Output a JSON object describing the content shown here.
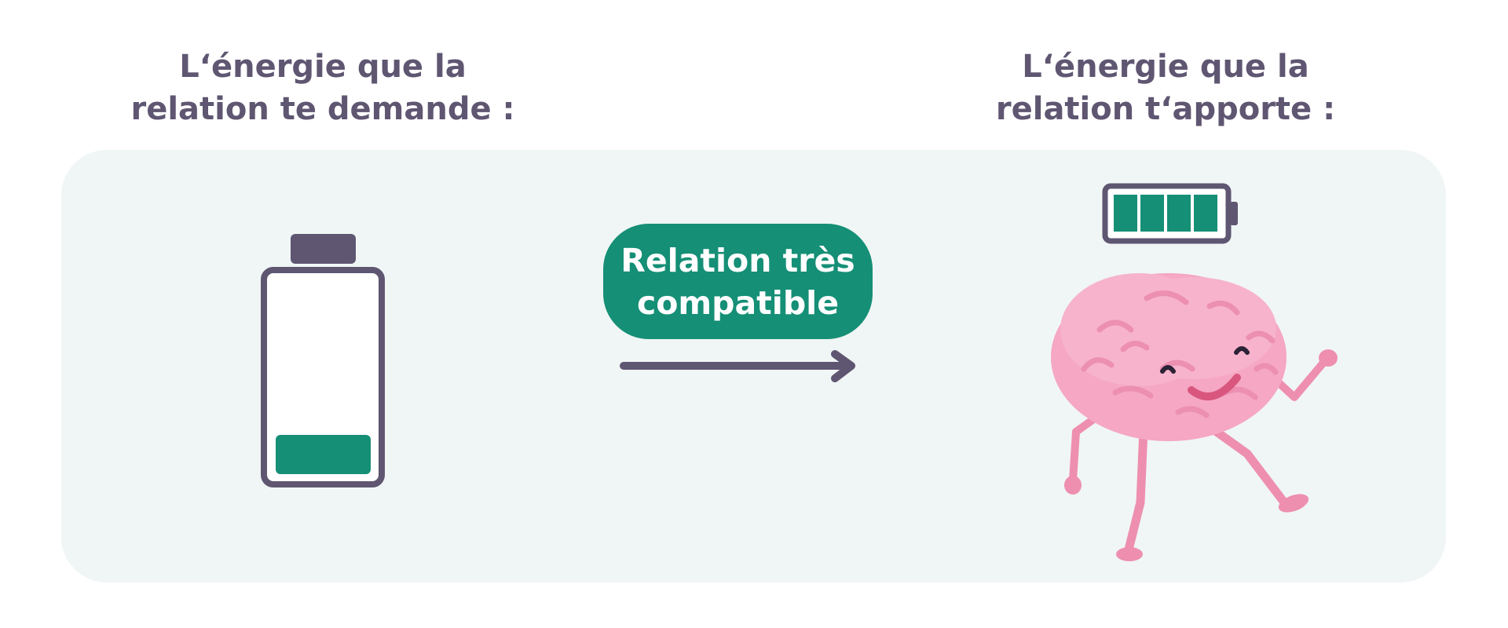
{
  "headings": {
    "left": [
      "L‘énergie que la",
      "relation te demande :"
    ],
    "right": [
      "L‘énergie que la",
      "relation t‘apporte :"
    ]
  },
  "center_label": [
    "Relation très",
    "compatible"
  ],
  "colors": {
    "text": "#5f5672",
    "panel": "#f0f6f5",
    "accent_green": "#158f76",
    "battery_outline": "#5f5672",
    "brain_pink": "#f5a7c3",
    "limb_pink": "#ee8fb0"
  },
  "battery_left": {
    "level": 0.2,
    "state": "low"
  },
  "battery_right": {
    "segments_filled": 4,
    "segments_total": 4,
    "state": "full"
  },
  "icons": [
    "low-battery-icon",
    "arrow-right-icon",
    "full-battery-icon",
    "happy-brain-illustration"
  ]
}
